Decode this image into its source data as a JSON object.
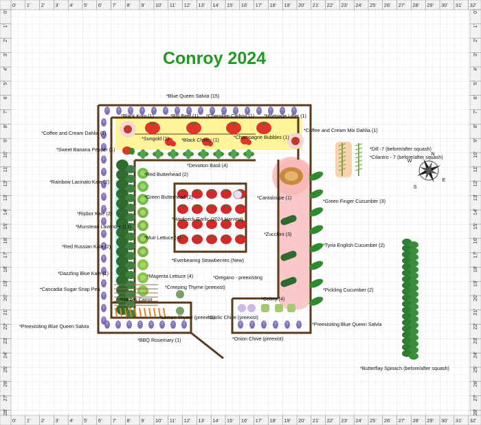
{
  "title": "Conroy 2024",
  "ruler": {
    "x_ticks": [
      "0'",
      "1'",
      "2'",
      "3'",
      "4'",
      "5'",
      "6'",
      "7'",
      "8'",
      "9'",
      "10'",
      "11'",
      "12'",
      "13'",
      "14'",
      "15'",
      "16'",
      "17'",
      "18'",
      "19'",
      "20'",
      "21'",
      "22'",
      "23'",
      "24'",
      "25'",
      "26'",
      "27'",
      "28'",
      "29'",
      "30'",
      "31'",
      "32'"
    ],
    "y_ticks": [
      "0'",
      "1'",
      "2'",
      "3'",
      "4'",
      "5'",
      "6'",
      "7'",
      "8'",
      "9'",
      "10'",
      "11'",
      "12'",
      "13'",
      "14'",
      "15'",
      "16'",
      "17'",
      "18'",
      "19'",
      "20'",
      "21'",
      "22'",
      "23'",
      "24'",
      "25'",
      "26'",
      "27'",
      "28'"
    ]
  },
  "compass": {
    "n": "N",
    "s": "S",
    "e": "E",
    "w": "W"
  },
  "labels": [
    "*Blue Queen Salvia (15)",
    "*Black Krim (1)",
    "*Big Beef (1)",
    "*Cherokee Carbon (1)",
    "*Mortgage Lifter (1)",
    "*Coffee and Cream Dahlia (1)",
    "*Coffee and Cream Mix Dahlia (1)",
    "*Sungold (1)",
    "*Black Cherry (1)",
    "*Champagne Bubbles (1)",
    "*Sweet Banana Pepper (1)",
    "*Dill -7 (before/after squash)",
    "*Cilantro - 7 (before/after squash)",
    "*Devotion Basil (4)",
    "*Red Butterhead (2)",
    "*Rainbow Lacinato Kale (2)",
    "*Cantaloupe (1)",
    "*Green Finger Cucumber (3)",
    "*Green Butterhead (2)",
    "*Ripbor Kale (2)",
    "*Hardneck Garlic (2024 Harvest)",
    "*Munstead Lavender (13)",
    "*Muir Lettuce (4)",
    "*Zucchini (3)",
    "*Red Russian Kale (2)",
    "*Tyria English Cucumber (2)",
    "*Everbearing Strawberries (New)",
    "*Dazzling Blue Kale (1)",
    "*Magenta Lettuce (4)",
    "*Oregano - preexisting",
    "*Creeping Thyme (preexist)",
    "*Cascadia Sugar Snap Pea",
    "*Pickling Cucumber (2)",
    "*Nantes Carrot",
    "*Celery (4)",
    "*Lemon Thyme (preexist)",
    "*Garlic Chive (preexist)",
    "*Preexisiting Blue Queen Salvia",
    "*Preexisiting Blue Queen Salvia",
    "*BBQ Rosemary (1)",
    "*Onion Chive (preexist)",
    "*Butterflay Spinach (before/after squash)"
  ],
  "colors": {
    "bed_border": "#5a3a1a",
    "title": "#1e9a1e",
    "tomato": "#e0342a",
    "highlight_yellow": "#fff27a",
    "highlight_pink": "#f7b5b5",
    "highlight_cyan": "#9ff0ea",
    "kale": "#2f6b2f",
    "cucumber": "#2e8b2e",
    "lavender": "#6a5aa8",
    "strawberry": "#d62828"
  },
  "icons": [
    "compass-rose-icon",
    "tomato-icon",
    "dahlia-icon",
    "pepper-icon",
    "basil-icon",
    "lettuce-icon",
    "kale-icon",
    "lavender-icon",
    "strawberry-icon",
    "garlic-icon",
    "cantaloupe-icon",
    "zucchini-icon",
    "cucumber-icon",
    "dill-icon",
    "spinach-icon",
    "carrot-icon",
    "thyme-icon",
    "celery-icon",
    "chive-icon",
    "salvia-icon"
  ]
}
